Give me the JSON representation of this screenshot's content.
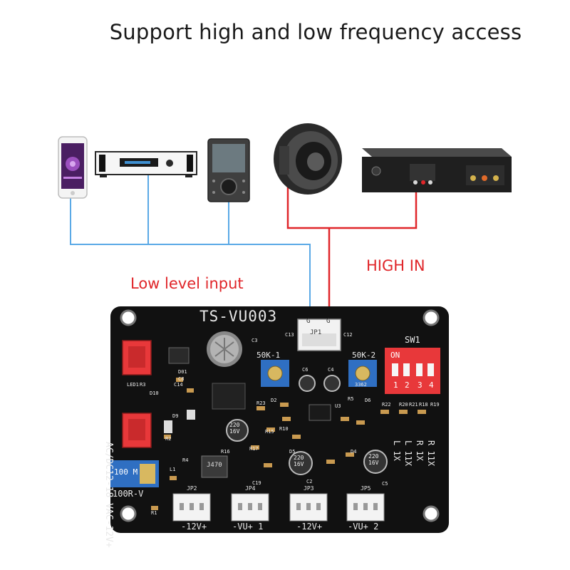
{
  "title": "Support high and low frequency access",
  "labels": {
    "low_level_input": "Low level input",
    "high_in": "HIGH IN"
  },
  "board": {
    "name": "TS-VU003",
    "side_label": "AC/DC12-18 VAC-12V+",
    "pot_left": "50K-1",
    "pot_right": "50K-2",
    "switch_label": "SW1",
    "switch_on": "ON",
    "switch_numbers": [
      "1",
      "2",
      "3",
      "4"
    ],
    "pot_bottom_label": "100R-V",
    "pot_bottom_value": "100 M",
    "gain_labels": [
      "R 11X",
      "R 1X",
      "L 11X",
      "L 1X"
    ],
    "connectors": [
      "-12V+",
      "-VU+ 1",
      "-12V+",
      "-VU+ 2"
    ],
    "jp_labels": [
      "JP2",
      "JP4",
      "JP3",
      "JP5"
    ],
    "jp1_label": "JP1",
    "jp1_pins": [
      "G",
      "G"
    ],
    "cap_labels": [
      "220 16V",
      "220 16V",
      "220 16V"
    ],
    "small_labels": [
      "C3",
      "C12",
      "C13",
      "C14",
      "C8",
      "D01",
      "LED1",
      "R3",
      "D10",
      "D9",
      "R2",
      "C6",
      "C4",
      "R5",
      "D6",
      "D2",
      "R23",
      "U3",
      "R22",
      "R20",
      "R21",
      "R18",
      "R19",
      "R15",
      "R10",
      "R16",
      "R17",
      "D5",
      "D4",
      "C2",
      "C5",
      "C19",
      "L1",
      "R1",
      "R4",
      "3362"
    ],
    "ic_marking": "J470"
  },
  "colors": {
    "blue_wire": "#5aa9e6",
    "red_wire": "#e0262a",
    "pcb": "#111111",
    "connector_red": "#e8383a",
    "pot_blue": "#2f6fc2"
  },
  "icons": [
    "smartphone-icon",
    "cd-player-icon",
    "music-player-icon",
    "speaker-icon",
    "amplifier-icon"
  ]
}
